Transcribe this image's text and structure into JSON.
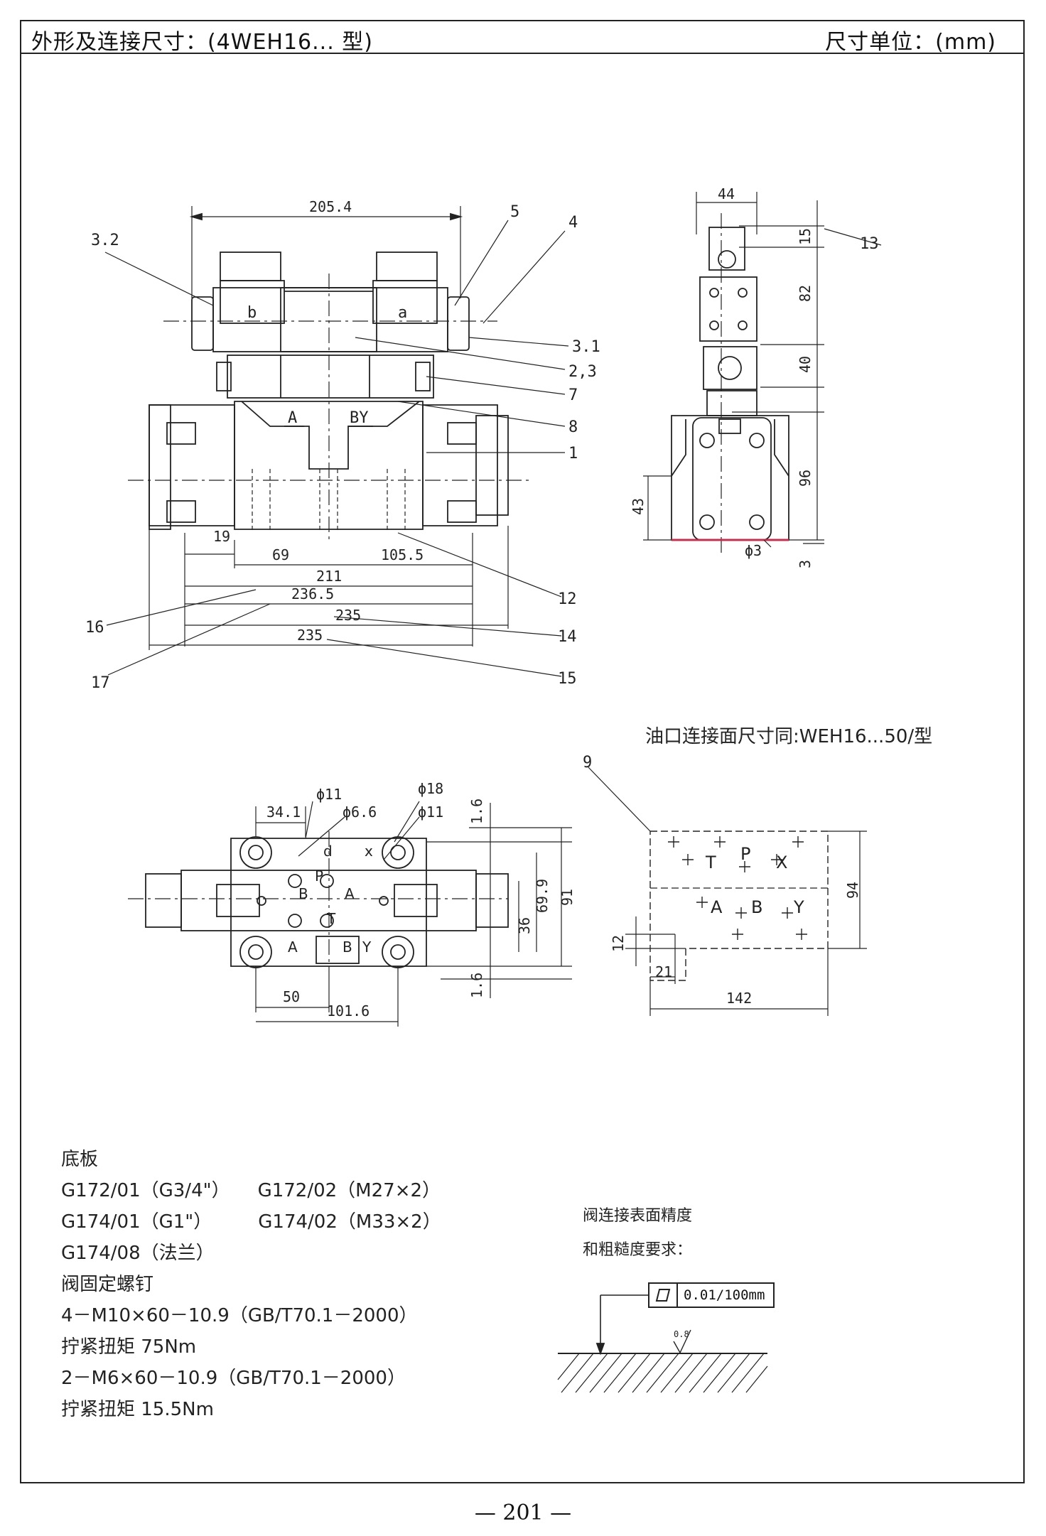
{
  "header": {
    "title": "外形及连接尺寸：(4WEH16... 型)",
    "unit": "尺寸单位：(mm)"
  },
  "side_view": {
    "callouts": [
      "3.2",
      "5",
      "4",
      "3.1",
      "2,3",
      "7",
      "8",
      "1",
      "12",
      "16",
      "14",
      "15",
      "17",
      "13"
    ],
    "port_labels": [
      "A",
      "BY"
    ],
    "solenoid_labels": [
      "b",
      "a"
    ],
    "dimensions": {
      "overall_width": "205.4",
      "d19": "19",
      "d69": "69",
      "d105_5": "105.5",
      "d211": "211",
      "d236_5": "236.5",
      "d235_a": "235",
      "d235_b": "235",
      "d44": "44",
      "d15": "15",
      "d82": "82",
      "d40": "40",
      "d96": "96",
      "d43": "43",
      "d3": "3",
      "phi3": "ϕ3"
    }
  },
  "plan_view": {
    "dims": {
      "d34_1": "34.1",
      "phi11_a": "ϕ11",
      "phi6_6": "ϕ6.6",
      "phi18": "ϕ18",
      "phi11_b": "ϕ11",
      "d1_6_top": "1.6",
      "d1_6_bot": "1.6",
      "d69_9": "69.9",
      "d91": "91",
      "d36": "36",
      "d50": "50",
      "d101_6": "101.6"
    },
    "port_letters": [
      "d",
      "x",
      "P",
      "B",
      "A",
      "T",
      "A",
      "B",
      "Y"
    ]
  },
  "interface": {
    "caption": "油口连接面尺寸同:WEH16...50/型",
    "callout": "9",
    "ports": [
      "T",
      "P",
      "X",
      "A",
      "B",
      "Y"
    ],
    "dims": {
      "d94": "94",
      "d12": "12",
      "d21": "21",
      "d142": "142"
    }
  },
  "notes": {
    "lines": [
      "底板",
      "G172/01（G3/4\"）　　G172/02（M27×2）",
      "G174/01（G1\"）　　　G174/02（M33×2）",
      "G174/08（法兰）",
      "阀固定螺钉",
      "4－M10×60－10.9（GB/T70.1－2000）",
      "拧紧扭矩 75Nm",
      "2－M6×60－10.9（GB/T70.1－2000）",
      "拧紧扭矩 15.5Nm"
    ]
  },
  "surface": {
    "title1": "阀连接表面精度",
    "title2": "和粗糙度要求：",
    "flatness": "0.01/100mm",
    "roughness": "0.8"
  },
  "page_number": "— 201 —"
}
